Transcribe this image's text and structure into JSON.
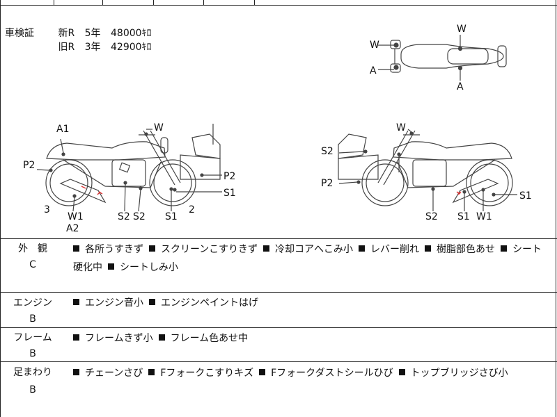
{
  "inspection": {
    "label": "車検証",
    "rows": [
      {
        "kind": "新R",
        "years": "5年",
        "price": "48000ｷﾛ"
      },
      {
        "kind": "旧R",
        "years": "3年",
        "price": "42900ｷﾛ"
      }
    ]
  },
  "diagram_labels": {
    "top_W1": "W",
    "top_W2": "W",
    "top_A1": "A",
    "top_A2": "A",
    "l_A1": "A1",
    "l_W": "W",
    "l_P2a": "P2",
    "l_P2b": "P2",
    "l_S1a": "S1",
    "l_3": "3",
    "l_W1": "W1",
    "l_A2": "A2",
    "l_S2a": "S2",
    "l_S2b": "S2",
    "l_S1b": "S1",
    "l_2": "2",
    "r_W": "W",
    "r_S2a": "S2",
    "r_P2": "P2",
    "r_S1a": "S1",
    "r_S2b": "S2",
    "r_S1b": "S1",
    "r_W1": "W1"
  },
  "sections": [
    {
      "title": "外　観",
      "grade": "C",
      "items": [
        "各所うすきず",
        "スクリーンこすりきず",
        "冷却コアへこみ小",
        "レバー削れ",
        "樹脂部色あせ",
        "シート",
        "硬化中",
        "シートしみ小"
      ],
      "lines": [
        [
          0,
          1,
          2,
          3,
          4,
          5
        ],
        [
          6,
          7
        ]
      ]
    },
    {
      "title": "エンジン",
      "grade": "B",
      "items": [
        "エンジン音小",
        "エンジンペイントはげ"
      ],
      "lines": [
        [
          0,
          1
        ]
      ]
    },
    {
      "title": "フレーム",
      "grade": "B",
      "items": [
        "フレームきず小",
        "フレーム色あせ中"
      ],
      "lines": [
        [
          0,
          1
        ]
      ]
    },
    {
      "title": "足まわり",
      "grade": "B",
      "items": [
        "チェーンさび",
        "Fフォークこすりキズ",
        "Fフォークダストシールひび",
        "トップブリッジさび小"
      ],
      "lines": [
        [
          0,
          1,
          2,
          3
        ]
      ]
    }
  ]
}
